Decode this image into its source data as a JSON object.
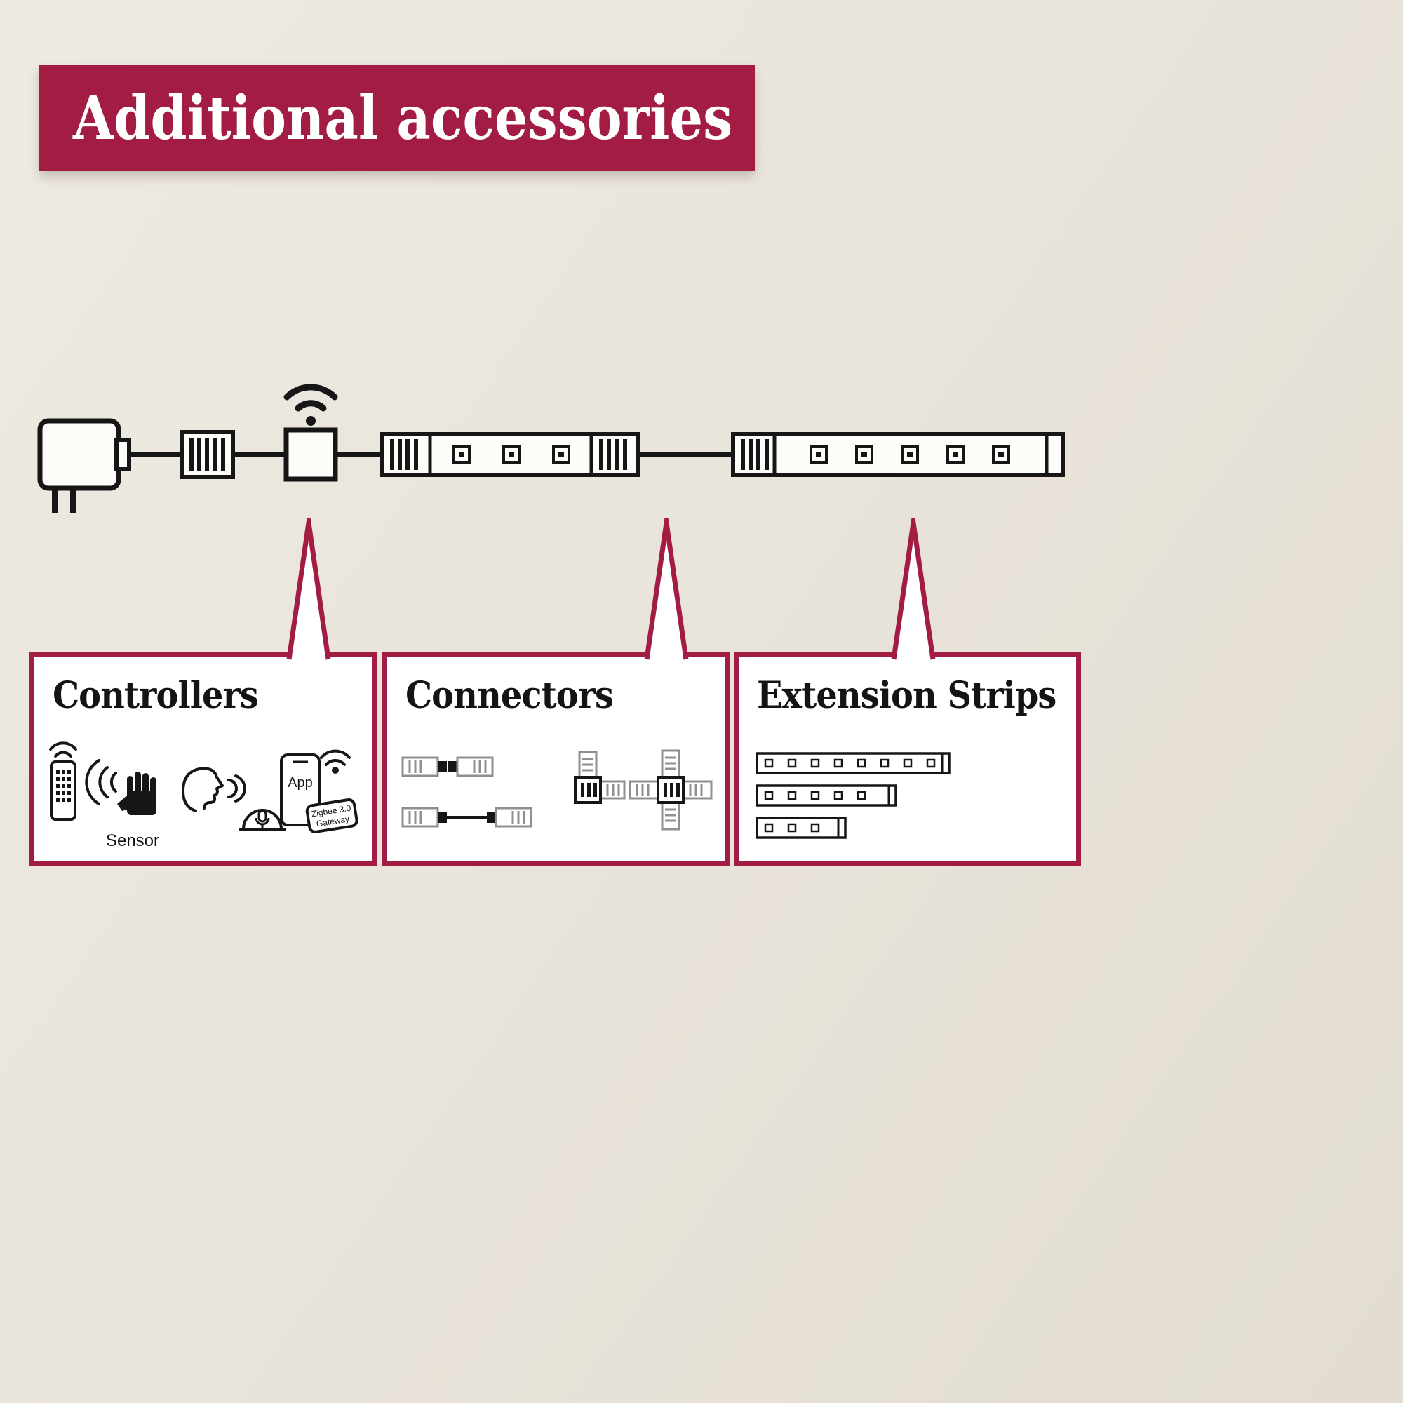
{
  "title": "Additional accessories",
  "colors": {
    "accent": "#a21c44",
    "background": "#e8e3da",
    "line": "#161616"
  },
  "diagram": {
    "icons": [
      "power-adapter",
      "strip-clip-connector",
      "wifi-controller",
      "led-strip",
      "led-strip-extension"
    ]
  },
  "sections": [
    {
      "id": "controllers",
      "title": "Controllers",
      "icons": [
        "remote-control",
        "motion-sensor",
        "voice-assistant",
        "app-gateway"
      ],
      "labels": {
        "sensor": "Sensor",
        "app": "App",
        "zigbee": "Zigbee 3.0",
        "gateway": "Gateway"
      }
    },
    {
      "id": "connectors",
      "title": "Connectors",
      "icons": [
        "direct-connector",
        "cable-connector",
        "corner-connector",
        "cross-connector"
      ]
    },
    {
      "id": "extension_strips",
      "title": "Extension Strips",
      "icons": [
        "extension-strip-long",
        "extension-strip-medium",
        "extension-strip-short"
      ]
    }
  ]
}
